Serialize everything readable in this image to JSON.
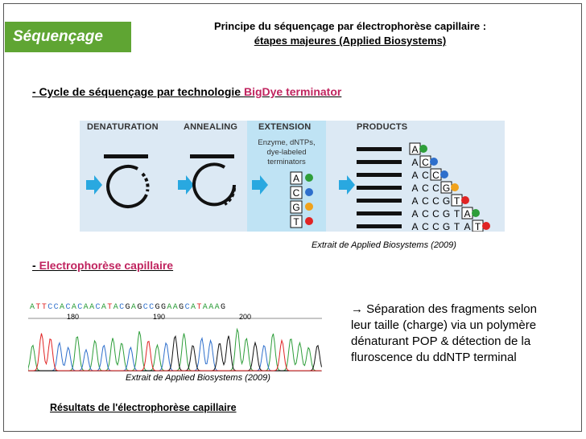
{
  "badge": "Séquençage",
  "title": {
    "line1": "Principe du séquençage par électrophorèse capillaire :",
    "line2": " étapes majeures (Applied Biosystems)"
  },
  "section1": {
    "prefix": "- Cycle de séquençage par technologie ",
    "accent": "BigDye terminator"
  },
  "panel": {
    "phases": [
      "DENATURATION",
      "ANNEALING",
      "EXTENSION",
      "PRODUCTS"
    ],
    "extension_sub1": "Enzyme, dNTPs,",
    "extension_sub2": "dye-labeled terminators",
    "terminators": [
      "A",
      "C",
      "G",
      "T"
    ],
    "products": [
      "A",
      "AC",
      "ACC",
      "ACCG",
      "ACCGT",
      "ACCGTA",
      "ACCGTAT"
    ],
    "colors": {
      "A": "#2e9e3a",
      "C": "#2e6fcc",
      "G": "#f0a21c",
      "T": "#e02424",
      "bg": "#dce9f4",
      "ext_bg": "#bfe3f4",
      "arrow": "#29a8e0"
    }
  },
  "caption1": "Extrait de Applied Biosystems (2009)",
  "section2": {
    "prefix": "- ",
    "accent": "Electrophorèse capillaire"
  },
  "chromatogram": {
    "sequence": "ATTCCACACAACATACGAGCCGGAAGCATAAAG",
    "ticks": [
      "180",
      "190",
      "200"
    ]
  },
  "caption2": "Extrait de Applied Biosystems (2009)",
  "description": "→ Séparation des fragments selon leur taille (charge) via un polymère dénaturant POP & détection de la fluroscence du ddNTP terminal",
  "result_label": "Résultats de l'électrophorèse capillaire"
}
